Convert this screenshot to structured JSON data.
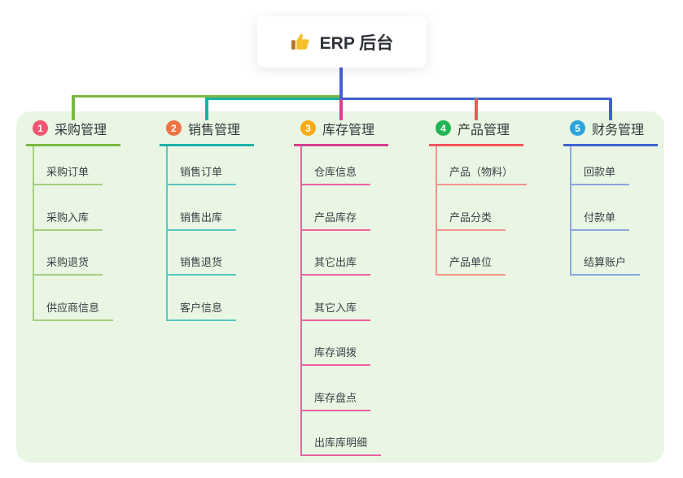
{
  "canvas": {
    "panel_bg": "#e9f6e3",
    "root_line_color": "#4a5ed2"
  },
  "root": {
    "title": "ERP 后台",
    "icon": "thumbs-up-icon",
    "icon_colors": {
      "hand": "#f5c02c",
      "cuff": "#b5722a"
    }
  },
  "branches": [
    {
      "index": "1",
      "title": "采购管理",
      "badge_color": "#f2556f",
      "line_color": "#7cb843",
      "child_line_color": "#a6cf80",
      "children": [
        "采购订单",
        "采购入库",
        "采购退货",
        "供应商信息"
      ]
    },
    {
      "index": "2",
      "title": "销售管理",
      "badge_color": "#f07346",
      "line_color": "#16b2a8",
      "child_line_color": "#58c7bf",
      "children": [
        "销售订单",
        "销售出库",
        "销售退货",
        "客户信息"
      ]
    },
    {
      "index": "3",
      "title": "库存管理",
      "badge_color": "#f8ab15",
      "line_color": "#d7418f",
      "child_line_color": "#ee61a2",
      "children": [
        "仓库信息",
        "产品库存",
        "其它出库",
        "其它入库",
        "库存调拨",
        "库存盘点",
        "出库库明细"
      ]
    },
    {
      "index": "4",
      "title": "产品管理",
      "badge_color": "#20b554",
      "line_color": "#f7555e",
      "child_line_color": "#f9918c",
      "children": [
        "产品（物料）",
        "产品分类",
        "产品单位"
      ]
    },
    {
      "index": "5",
      "title": "财务管理",
      "badge_color": "#29a4dd",
      "line_color": "#3f63d1",
      "child_line_color": "#8ca6de",
      "children": [
        "回款单",
        "付款单",
        "结算账户"
      ]
    }
  ]
}
